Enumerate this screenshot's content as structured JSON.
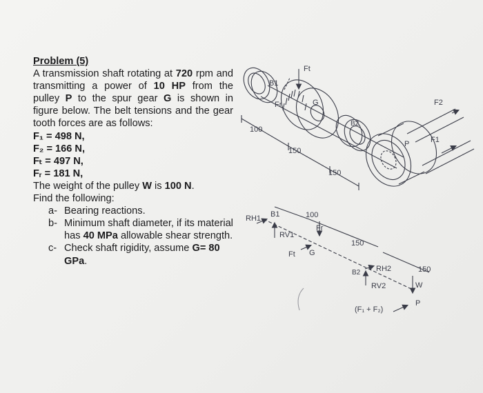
{
  "problem": {
    "title": "Problem (5)",
    "intro": [
      {
        "t": "A transmission shaft rotating at "
      },
      {
        "t": "720",
        "b": true
      },
      {
        "t": " rpm and transmitting a power of "
      },
      {
        "t": "10 HP",
        "b": true
      },
      {
        "t": " from the pulley "
      },
      {
        "t": "P",
        "b": true
      },
      {
        "t": " to the spur gear "
      },
      {
        "t": "G",
        "b": true
      },
      {
        "t": " is shown in figure below. The belt tensions and the gear tooth forces are as follows:"
      }
    ],
    "forces": [
      "F₁ = 498 N,",
      "F₂ = 166 N,",
      "Fₜ = 497 N,",
      "Fᵣ = 181 N,"
    ],
    "weight": [
      {
        "t": "The weight of the pulley "
      },
      {
        "t": "W",
        "b": true
      },
      {
        "t": " is "
      },
      {
        "t": "100 N",
        "b": true
      },
      {
        "t": "."
      }
    ],
    "find": "Find the following:",
    "items": [
      {
        "marker": "a-",
        "parts": [
          {
            "t": "Bearing reactions."
          }
        ]
      },
      {
        "marker": "b-",
        "parts": [
          {
            "t": "Minimum shaft diameter, if its material has "
          },
          {
            "t": "40 MPa",
            "b": true
          },
          {
            "t": " allowable shear strength."
          }
        ]
      },
      {
        "marker": "c-",
        "parts": [
          {
            "t": "Check shaft rigidity, assume "
          },
          {
            "t": "G= 80 GPa",
            "b": true
          },
          {
            "t": "."
          }
        ]
      }
    ]
  },
  "figure_top": {
    "labels": {
      "b1": "B1",
      "ft": "Ft",
      "fr": "Fr",
      "g": "G",
      "b2": "B2",
      "f2": "F2",
      "f1": "F1",
      "p": "P",
      "dim1": "100",
      "dim2": "150",
      "dim3": "150"
    }
  },
  "figure_bottom": {
    "labels": {
      "rh1": "RH1",
      "b1": "B1",
      "rv1": "RV1",
      "dim1": "100",
      "fr": "Fr",
      "ft": "Ft",
      "g": "G",
      "dim2": "150",
      "b2": "B2",
      "rh2": "RH2",
      "dim3": "150",
      "rv2": "RV2",
      "w": "W",
      "f1f2": "(F₁ + F₂)",
      "p": "P"
    }
  },
  "colors": {
    "ink": "#1b1b1d",
    "drawing": "#3a3c48",
    "paper": "#f1f1ef"
  }
}
